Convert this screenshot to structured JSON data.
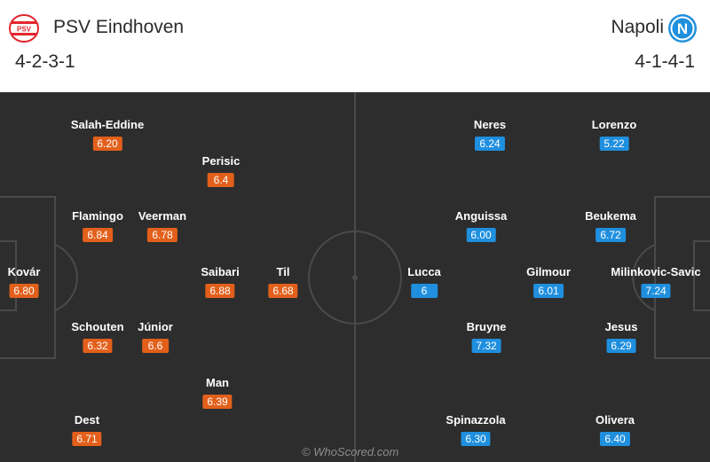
{
  "home": {
    "name": "PSV Eindhoven",
    "formation": "4-2-3-1",
    "logo_icon": "psv-crest",
    "color": "#e2601b",
    "players": [
      {
        "name": "Salah-Eddine",
        "rating": "6.20"
      },
      {
        "name": "Perisic",
        "rating": "6.4"
      },
      {
        "name": "Flamingo",
        "rating": "6.84"
      },
      {
        "name": "Veerman",
        "rating": "6.78"
      },
      {
        "name": "Kovár",
        "rating": "6.80"
      },
      {
        "name": "Saibari",
        "rating": "6.88"
      },
      {
        "name": "Til",
        "rating": "6.68"
      },
      {
        "name": "Schouten",
        "rating": "6.32"
      },
      {
        "name": "Júnior",
        "rating": "6.6"
      },
      {
        "name": "Man",
        "rating": "6.39"
      },
      {
        "name": "Dest",
        "rating": "6.71"
      }
    ]
  },
  "away": {
    "name": "Napoli",
    "formation": "4-1-4-1",
    "logo_icon": "napoli-crest",
    "color": "#1f8fde",
    "players": [
      {
        "name": "Neres",
        "rating": "6.24"
      },
      {
        "name": "Lorenzo",
        "rating": "5.22"
      },
      {
        "name": "Anguissa",
        "rating": "6.00"
      },
      {
        "name": "Beukema",
        "rating": "6.72"
      },
      {
        "name": "Lucca",
        "rating": "6"
      },
      {
        "name": "Gilmour",
        "rating": "6.01"
      },
      {
        "name": "Milinkovic-Savic",
        "rating": "7.24"
      },
      {
        "name": "Bruyne",
        "rating": "7.32"
      },
      {
        "name": "Jesus",
        "rating": "6.29"
      },
      {
        "name": "Spinazzola",
        "rating": "6.30"
      },
      {
        "name": "Olivera",
        "rating": "6.40"
      }
    ]
  },
  "watermark": "© WhoScored.com",
  "colors": {
    "pitch": "#2d2d2d",
    "lines": "#4a4a4a"
  }
}
